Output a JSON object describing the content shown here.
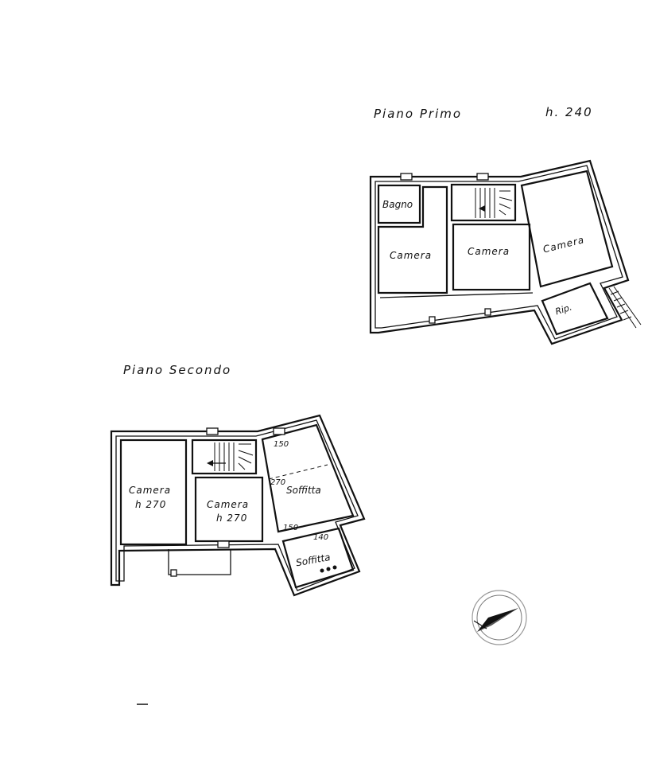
{
  "first_floor": {
    "title": "Piano Primo",
    "height": "h. 240",
    "rooms": {
      "bagno": "Bagno",
      "camera_left": "Camera",
      "camera_middle": "Camera",
      "camera_right": "Camera",
      "ripostiglio": "Rip."
    }
  },
  "second_floor": {
    "title": "Piano Secondo",
    "rooms": {
      "camera_left": "Camera",
      "camera_left_height": "h 270",
      "camera_middle": "Camera",
      "camera_middle_height": "h 270",
      "soffitta_main": "Soffitta",
      "soffitta_small": "Soffitta"
    },
    "heights": {
      "soffitta_top": "150",
      "soffitta_mid": "270",
      "soffitta_bottom": "150",
      "soffitta_small_top": "140"
    }
  },
  "compass": {
    "icon": "north-arrow-icon"
  }
}
